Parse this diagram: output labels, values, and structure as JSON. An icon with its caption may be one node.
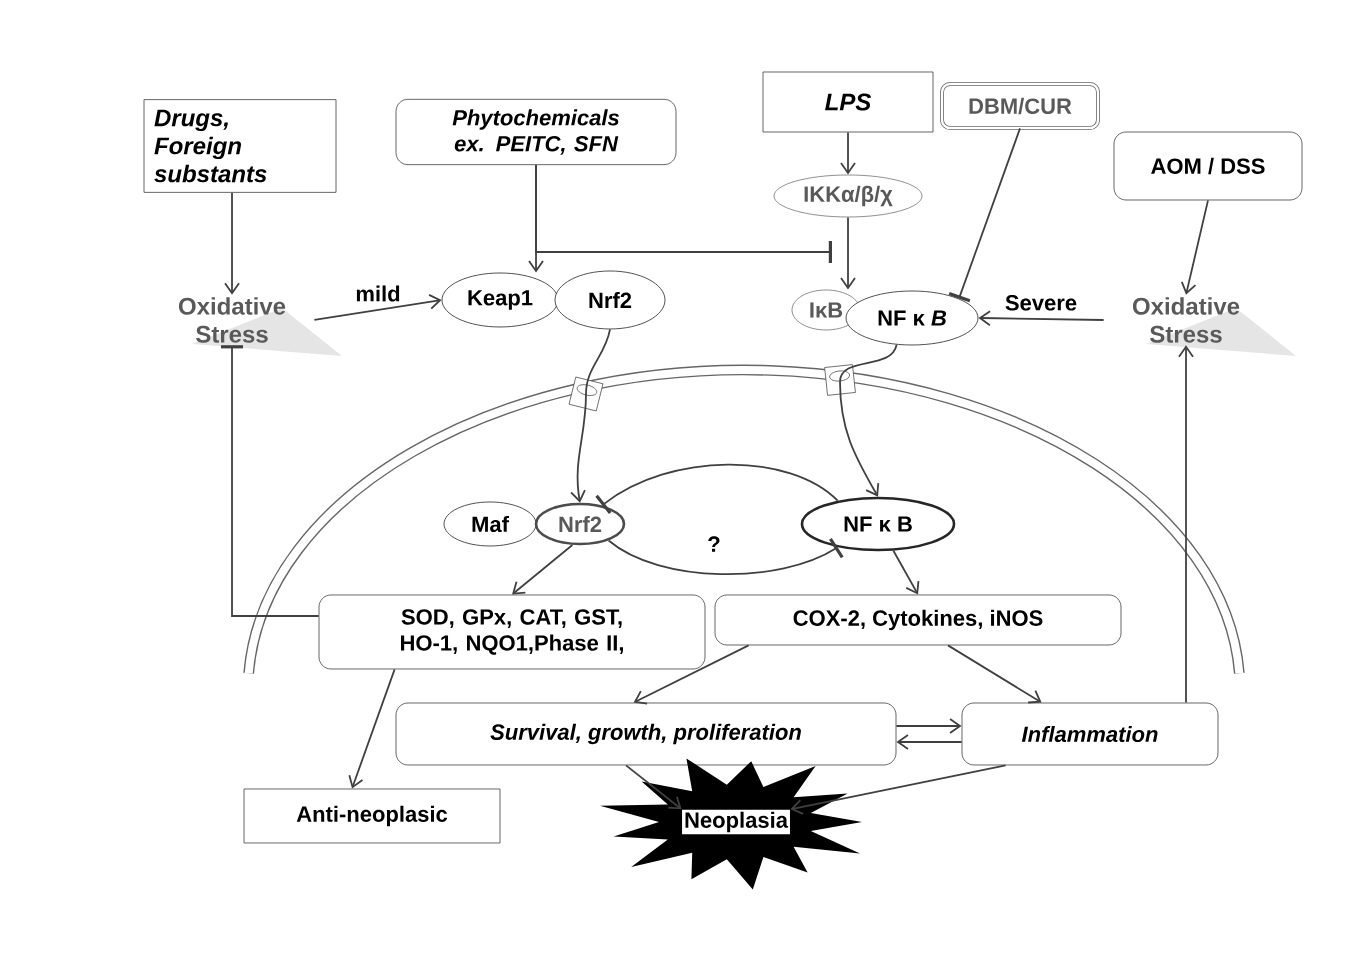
{
  "diagram": {
    "nodes": [
      {
        "text": [
          "Drugs, Foreign substants"
        ]
      },
      {
        "text": [
          "Oxidative Stress"
        ]
      },
      {
        "text": [
          "Phytochemicals ex. PEITC, SFN"
        ]
      },
      {
        "text": [
          "Keap1"
        ]
      },
      {
        "text": [
          "Nrf2"
        ]
      },
      {
        "text": [
          "LPS"
        ]
      },
      {
        "text": [
          "DBM/CUR"
        ]
      },
      {
        "text": [
          "IKKα/β/χ"
        ]
      },
      {
        "text": [
          "IκB"
        ]
      },
      {
        "text": [
          "NF κ *B*"
        ]
      },
      {
        "text": [
          "AOM / DSS"
        ]
      },
      {
        "text": [
          "Oxidative Stress"
        ]
      },
      {
        "text": [
          "Maf"
        ]
      },
      {
        "text": [
          "Nrf2"
        ]
      },
      {
        "text": [
          "NF κ B"
        ]
      },
      {
        "text": [
          "SOD, GPx, CAT, GST, HO-1, NQO1,Phase II,"
        ]
      },
      {
        "text": [
          "COX-2, Cytokines, iNOS"
        ]
      },
      {
        "text": [
          "Survival, growth, proliferation"
        ]
      },
      {
        "text": [
          "Inflammation"
        ]
      },
      {
        "text": [
          "Anti-neoplasic"
        ]
      },
      {
        "text": [
          "Neoplasia"
        ]
      }
    ],
    "edges": [
      {
        "from": 0,
        "to": 1,
        "arrow": "to"
      },
      {
        "from": 1,
        "to": 3,
        "arrow": "to",
        "label": "mild"
      },
      {
        "from": 2,
        "to": 3,
        "arrow": "to"
      },
      {
        "from": 2,
        "to": null,
        "arrow": "other"
      },
      {
        "from": 5,
        "to": 7,
        "arrow": "to"
      },
      {
        "from": 7,
        "to": 8,
        "arrow": "to"
      },
      {
        "from": 6,
        "to": 9,
        "arrow": "other"
      },
      {
        "from": 11,
        "to": 9,
        "arrow": "to",
        "label": "Severe"
      },
      {
        "from": 10,
        "to": 11,
        "arrow": "to"
      },
      {
        "from": 4,
        "to": 13,
        "arrow": "to"
      },
      {
        "from": 9,
        "to": 14,
        "arrow": "to"
      },
      {
        "from": 14,
        "to": 13,
        "arrow": "other"
      },
      {
        "from": 13,
        "to": 14,
        "arrow": "other",
        "label": "?"
      },
      {
        "from": 13,
        "to": 15,
        "arrow": "to"
      },
      {
        "from": 14,
        "to": 16,
        "arrow": "to"
      },
      {
        "from": 16,
        "to": 17,
        "arrow": "to"
      },
      {
        "from": 16,
        "to": 18,
        "arrow": "to"
      },
      {
        "from": 15,
        "to": 19,
        "arrow": "to"
      },
      {
        "from": 17,
        "to": 18,
        "arrow": "to"
      },
      {
        "from": 18,
        "to": 17,
        "arrow": "to"
      },
      {
        "from": 17,
        "to": 20,
        "arrow": "to"
      },
      {
        "from": 18,
        "to": 20,
        "arrow": "to"
      },
      {
        "from": 15,
        "to": 1,
        "arrow": "other"
      },
      {
        "from": 18,
        "to": 11,
        "arrow": "to"
      }
    ]
  }
}
